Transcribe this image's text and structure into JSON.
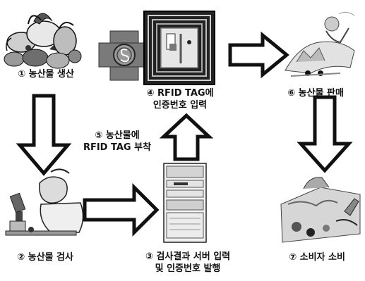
{
  "steps": [
    {
      "num": "①",
      "text": "농산물 생산"
    },
    {
      "num": "②",
      "text": "농산물 검사"
    },
    {
      "num": "③",
      "line1": "검사결과 서버 입력",
      "line2": "및 인증번호 발행"
    },
    {
      "num": "④",
      "line1": "RFID TAG에",
      "line2": "인증번호 입력"
    },
    {
      "num": "⑤",
      "line1": "농산물에",
      "line2": "RFID TAG 부착"
    },
    {
      "num": "⑥",
      "text": "농산물 판매"
    },
    {
      "num": "⑦",
      "text": "소비자 소비"
    }
  ],
  "colors": {
    "ink": "#111111",
    "arrow_fill": "#ffffff",
    "cross": "#777777"
  }
}
